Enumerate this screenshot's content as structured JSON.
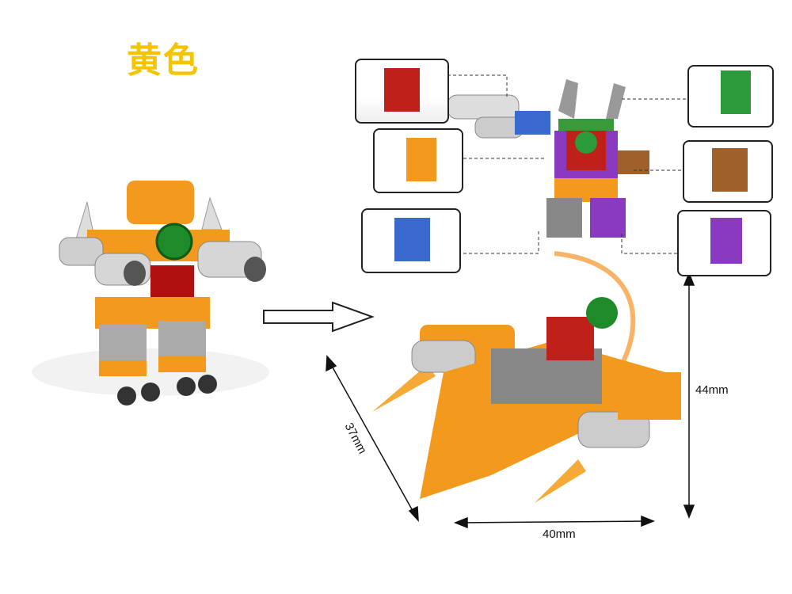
{
  "title": "黄色",
  "dimensions": {
    "height": "44mm",
    "depth": "37mm",
    "width": "40mm"
  },
  "colors": {
    "title": "#f5c400",
    "orange": "#f39a1e",
    "grey": "#8a8a8a",
    "red": "#c0201a",
    "green": "#2a9a3a",
    "blue": "#3a6ad0",
    "purple": "#8a3ac0",
    "brown": "#a0602a"
  },
  "variants": [
    "red",
    "orange",
    "blue",
    "green",
    "brown",
    "purple"
  ]
}
